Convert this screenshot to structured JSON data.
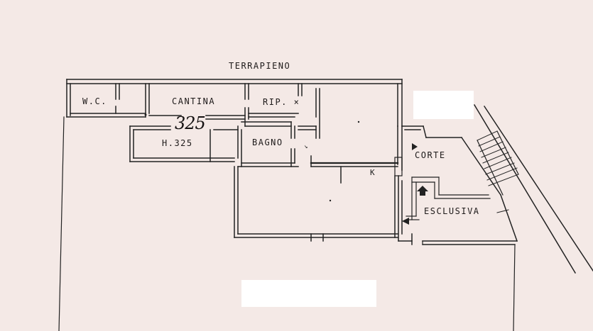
{
  "plan": {
    "labels": {
      "terrapieno": "TERRAPIENO",
      "wc": "W.C.",
      "cantina": "CANTINA",
      "rip": "RIP. ×",
      "height_handwritten": "325",
      "height_label": "H.325",
      "bagno": "BAGNO",
      "corte": "CORTE",
      "esclusiva": "ESCLUSIVA"
    },
    "colors": {
      "paper": "#f4e9e6",
      "ink": "#1f1b1b"
    }
  }
}
